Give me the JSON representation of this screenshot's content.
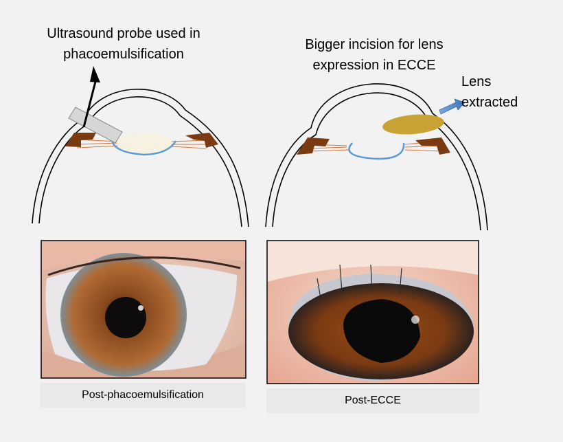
{
  "diagram": {
    "left_panel": {
      "label": [
        "Ultrasound probe used in",
        "phacoemulsification"
      ],
      "caption": "Post-phacoemulsification"
    },
    "right_panel": {
      "label": [
        "Bigger incision for lens",
        "expression in ECCE"
      ],
      "lens_label": [
        "Lens",
        "extracted"
      ],
      "caption": "Post-ECCE"
    },
    "colors": {
      "capsule": "#5b9bd5",
      "iris": "#7a3b12",
      "zonules": "#d6763c",
      "lens_nucleus": "#f7f1e1",
      "extracted_lens": "#c9a235",
      "arrow": "#4f81bd"
    }
  }
}
